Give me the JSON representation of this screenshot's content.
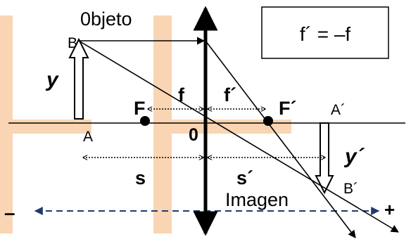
{
  "labels": {
    "object_title": "0bjeto",
    "object_tip": "B",
    "object_base": "A",
    "object_height": "y",
    "focal_object": "F",
    "focal_image": "F´",
    "focal_length_obj": "f",
    "focal_length_img": "f´",
    "optical_center": "0",
    "image_top": "A´",
    "image_tip": "B´",
    "image_height": "y´",
    "object_distance": "s",
    "image_distance": "s´",
    "image_title": "Imagen",
    "sign_negative": "–",
    "sign_positive": "+",
    "equation": "f´ = –f"
  },
  "colors": {
    "watermark": "#f7c79a",
    "axis": "#000000",
    "sign_arrow": "#1f3b6e",
    "text": "#000000"
  }
}
